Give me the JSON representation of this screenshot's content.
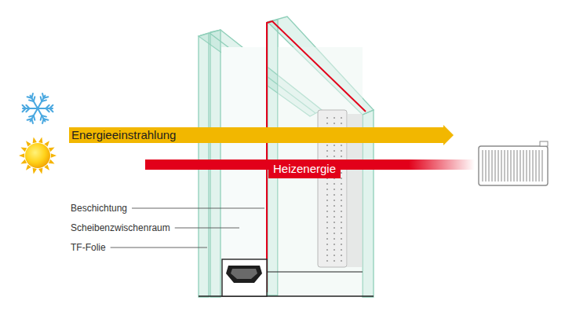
{
  "diagram": {
    "nodes": [
      {
        "text": [
          "Energieeinstrahlung"
        ]
      },
      {
        "text": [
          "Heizenergie"
        ]
      }
    ],
    "labels": [
      "Beschichtung",
      "Scheibenzwischenraum",
      "TF-Folie"
    ]
  }
}
